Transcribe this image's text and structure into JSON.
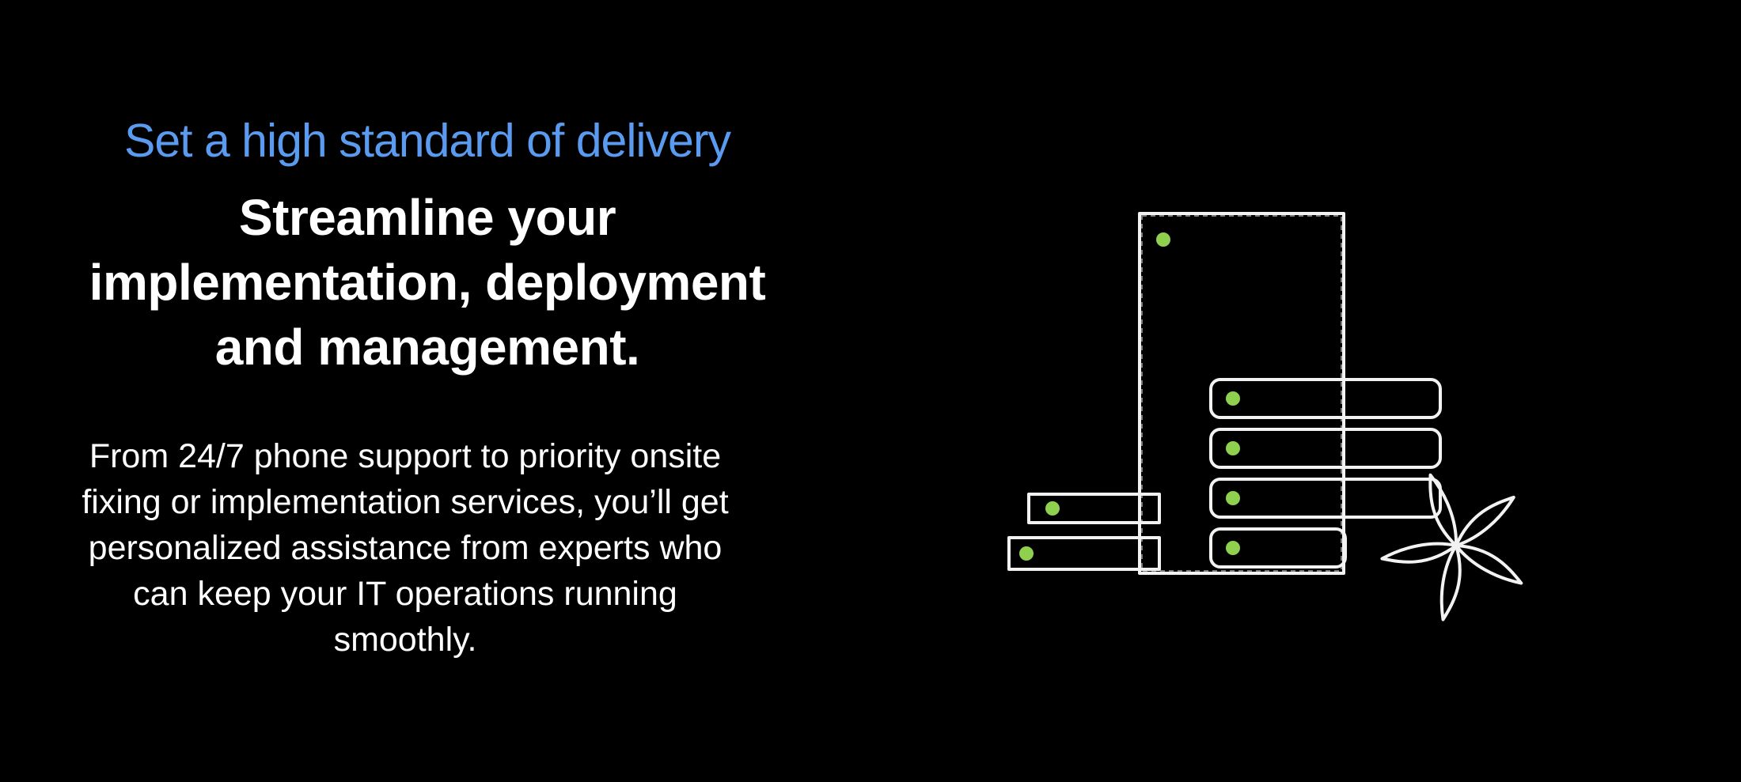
{
  "hero": {
    "eyebrow": "Set a high standard of delivery",
    "headline": {
      "line1": "Streamline your",
      "line2": "implementation, deployment",
      "line3": "and management."
    },
    "body": {
      "line1": "From 24/7 phone support to priority onsite",
      "line2": "fixing or implementation services, you’ll get",
      "line3": "personalized assistance from experts who",
      "line4": "can keep your IT operations running",
      "line5": "smoothly."
    }
  },
  "illustration": {
    "name": "server-rack-illustration",
    "indicator_color": "#8fd14f",
    "line_color": "#f2f2f2"
  },
  "colors": {
    "background": "#000000",
    "eyebrow": "#5a9bf0",
    "text": "#ffffff"
  }
}
